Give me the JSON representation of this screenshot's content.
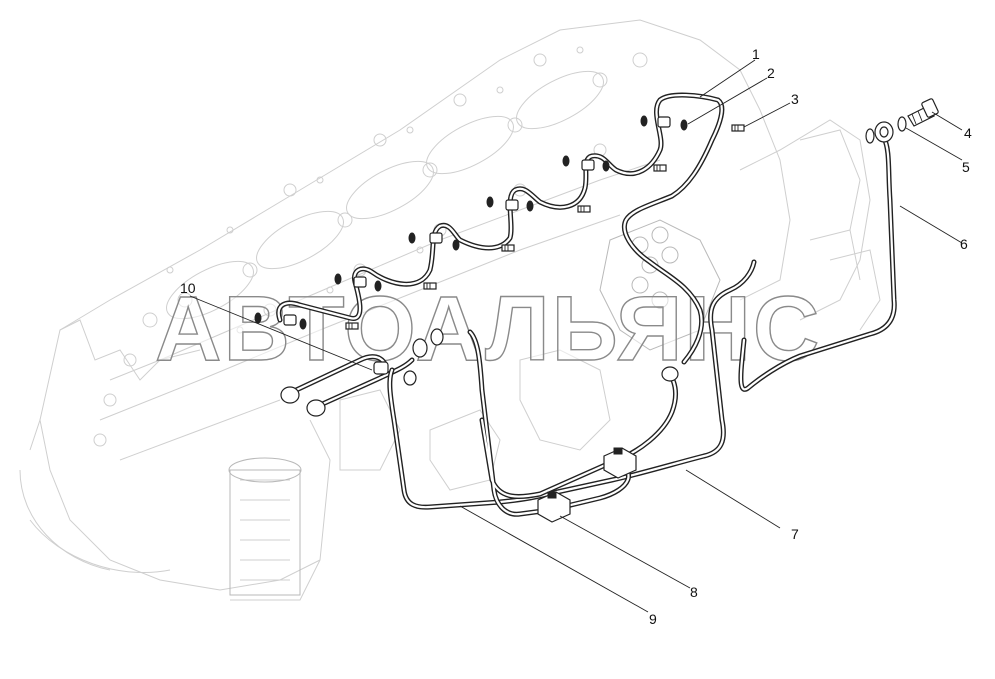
{
  "watermark": "АВТОАЛЬЯНС",
  "callouts": [
    {
      "label": "1"
    },
    {
      "label": "2"
    },
    {
      "label": "3"
    },
    {
      "label": "4"
    },
    {
      "label": "5"
    },
    {
      "label": "6"
    },
    {
      "label": "7"
    },
    {
      "label": "8"
    },
    {
      "label": "9"
    },
    {
      "label": "10"
    }
  ]
}
